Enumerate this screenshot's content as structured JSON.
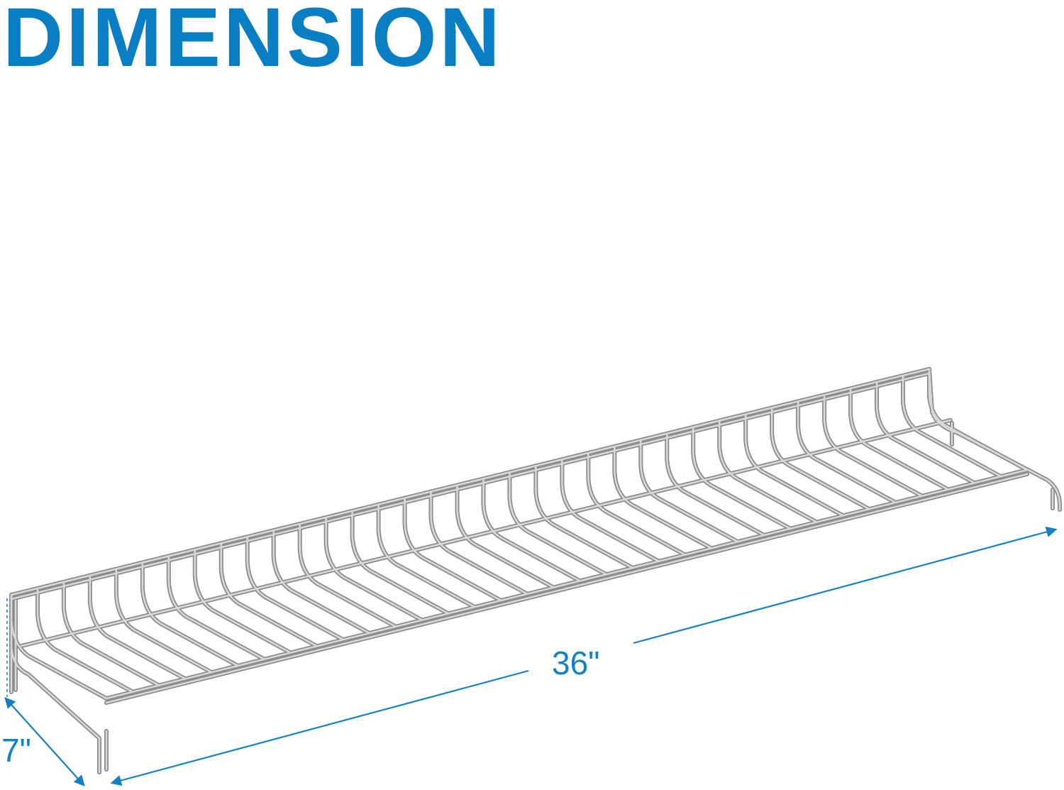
{
  "title": "DIMENSION",
  "product": {
    "name": "wire-rack-icon",
    "material_color": "#9a9a9a",
    "rib_count": 36
  },
  "dimensions": {
    "length_label": "36\"",
    "width_label": "7\""
  },
  "colors": {
    "accent": "#0a7ec2",
    "dimension_line": "#1580c3",
    "wire": "#8e8e8e",
    "background": "#ffffff"
  }
}
